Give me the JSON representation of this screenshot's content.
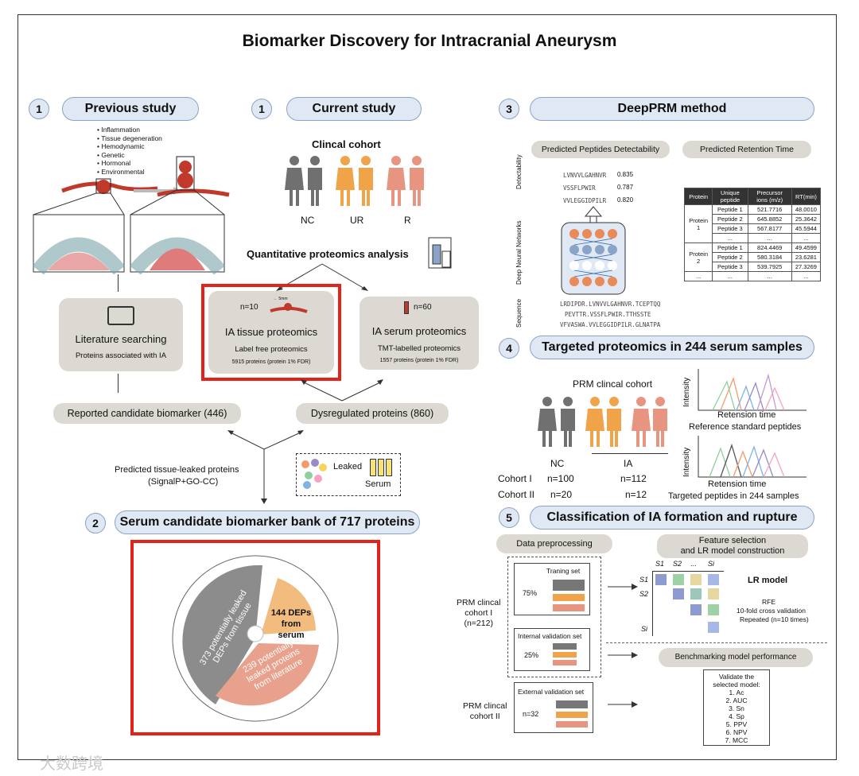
{
  "title": "Biomarker Discovery for Intracranial Aneurysm",
  "prev": {
    "num": "1",
    "label": "Previous study",
    "factors": [
      "Inflammation",
      "Tissue degeneration",
      "Hemodynamic",
      "Genetic",
      "Hormonal",
      "Environmental"
    ],
    "lit_title": "Literature searching",
    "lit_sub": "Proteins associated with IA",
    "reported": "Reported candidate biomarker (446)"
  },
  "curr": {
    "num": "1",
    "label": "Current study",
    "cohort": "Clincal cohort",
    "groups": [
      "NC",
      "UR",
      "R"
    ],
    "quant": "Quantitative proteomics analysis",
    "tissue": {
      "n": "n=10",
      "scale": "← 5mm",
      "title": "IA tissue proteomics",
      "method": "Label free proteomics",
      "count": "5915 proteins  (protein 1% FDR)"
    },
    "serum": {
      "n": "n=60",
      "title": "IA serum proteomics",
      "method": "TMT-labelled proteomics",
      "count": "1557 proteins (protein 1% FDR)"
    },
    "dysreg": "Dysregulated proteins (860)"
  },
  "leak": {
    "label1": "Predicted tissue-leaked proteins",
    "label2": "(SignalP+GO-CC)",
    "leaked": "Leaked",
    "serum": "Serum"
  },
  "bank": {
    "num": "2",
    "label": "Serum candidate biomarker bank of 717 proteins",
    "slices": [
      {
        "label": "373 potentially leaked DEPs from tissue",
        "value": 373
      },
      {
        "label": "144 DEPs from serum",
        "value": 144
      },
      {
        "label": "239 potentially leaked proteins from literature",
        "value": 239
      }
    ]
  },
  "deep": {
    "num": "3",
    "label": "DeepPRM method",
    "sub1": "Predicted Peptides Detectability",
    "sub2": "Predicted Retention Time",
    "peptides": [
      {
        "seq": "LVNVVLGAHNVR",
        "score": "0.835"
      },
      {
        "seq": "VSSFLPWIR",
        "score": "0.787"
      },
      {
        "seq": "VVLEGGIDPILR",
        "score": "0.820"
      }
    ],
    "axis_left": "Sequence",
    "axis_mid": "Deep Neural Networks",
    "axis_top": "Detectability",
    "seqs": [
      "LRDIPDR.LVNVVLGAHNVR.TCEPTQQ",
      "PEVTTR.VSSFLPWIR.TTHSSTE",
      "VFVASWA.VVLEGGIDPILR.GLNATPA"
    ],
    "table": {
      "headers": [
        "Protein",
        "Unique peptide",
        "Precursor ions (m/z)",
        "RT(min)"
      ],
      "rows": [
        [
          "Protein 1",
          "Peptide 1",
          "521.7716",
          "48.0010"
        ],
        [
          "",
          "Peptide 2",
          "645.8852",
          "25.3642"
        ],
        [
          "",
          "Peptide 3",
          "567.8177",
          "45.5944"
        ],
        [
          "",
          "...",
          "...",
          "..."
        ],
        [
          "Protein 2",
          "Peptide 1",
          "824.4469",
          "49.4599"
        ],
        [
          "",
          "Peptide 2",
          "580.3184",
          "23.6281"
        ],
        [
          "",
          "Peptide 3",
          "539.7925",
          "27.3269"
        ],
        [
          "...",
          "...",
          "...",
          "..."
        ]
      ]
    }
  },
  "target": {
    "num": "4",
    "label": "Targeted proteomics in 244 serum samples",
    "cohort": "PRM clincal cohort",
    "nc": "NC",
    "ia": "IA",
    "c1": "Cohort I",
    "c1nc": "n=100",
    "c1ia": "n=112",
    "c2": "Cohort II",
    "c2nc": "n=20",
    "c2ia": "n=12",
    "intensity": "Intensity",
    "rt": "Retension time",
    "ref": "Reference standard peptides",
    "tgt": "Targeted peptides in 244 samples"
  },
  "cls": {
    "num": "5",
    "label": "Classification of IA formation and rupture",
    "pre": "Data preprocessing",
    "feat1": "Feature selection",
    "feat2": "and LR model construction",
    "prm1a": "PRM clincal",
    "prm1b": "cohort I",
    "prm1c": "(n=212)",
    "train": "Traning set",
    "train_pct": "75%",
    "internal": "Internal validation set",
    "internal_pct": "25%",
    "prm2a": "PRM clincal",
    "prm2b": "cohort II",
    "external": "External validation set",
    "ext_n": "n=32",
    "cols": [
      "S1",
      "S2",
      "...",
      "Si"
    ],
    "rows": [
      "S1",
      "S2",
      "",
      "Si"
    ],
    "lr": "LR model",
    "rfe": "RFE",
    "cv": "10-fold cross validation",
    "rep": "Repeated (n=10 times)",
    "bench": "Benchmarking model performance",
    "val1": "Validate the",
    "val2": "selected model:",
    "metrics": [
      "1. Ac",
      "2. AUC",
      "3. Sn",
      "4. Sp",
      "5. PPV",
      "6. NPV",
      "7. MCC"
    ]
  },
  "watermark": "大数跨境",
  "colors": {
    "pill": "#dfe8f3",
    "grey": "#dcd8d2",
    "red": "#e2231a",
    "nc": "#707070",
    "ur": "#f0a348",
    "r": "#e79480"
  }
}
